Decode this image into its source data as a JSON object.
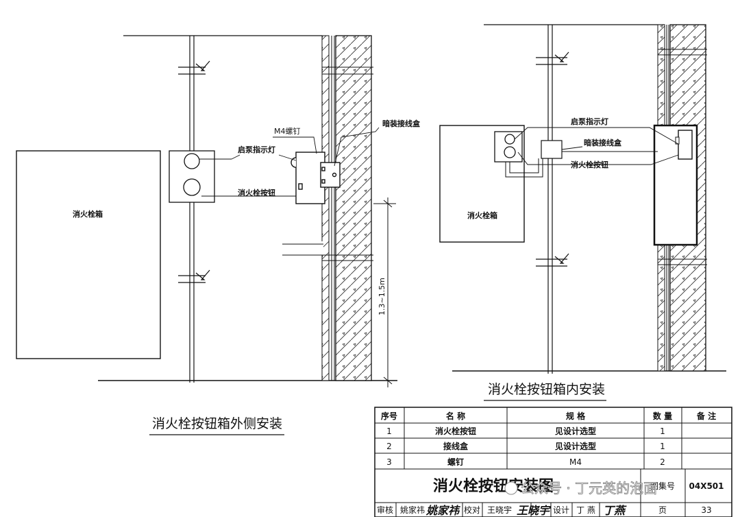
{
  "left_view": {
    "caption": "消火栓按钮箱外侧安装",
    "hydrant_box_label": "消火栓箱",
    "screw_label": "M4螺钉",
    "indicator_label": "启泵指示灯",
    "button_label": "消火栓按钮",
    "junction_box_label": "暗装接线盒",
    "height_dim": "1.3~1.5m"
  },
  "right_view": {
    "caption": "消火栓按钮箱内安装",
    "hydrant_box_label": "消火栓箱",
    "indicator_label": "启泵指示灯",
    "junction_box_label": "暗装接线盒",
    "button_label": "消火栓按钮"
  },
  "parts_table": {
    "headers": [
      "序号",
      "名 称",
      "规 格",
      "数 量",
      "备 注"
    ],
    "rows": [
      {
        "no": "1",
        "name": "消火栓按钮",
        "spec": "见设计选型",
        "qty": "1",
        "note": ""
      },
      {
        "no": "2",
        "name": "接线盒",
        "spec": "见设计选型",
        "qty": "1",
        "note": ""
      },
      {
        "no": "3",
        "name": "螺钉",
        "spec": "M4",
        "qty": "2",
        "note": ""
      }
    ]
  },
  "title_block": {
    "title": "消火栓按钮安装图",
    "atlas_label": "图集号",
    "atlas_no": "04X501",
    "review_label": "审核",
    "reviewer": "姚家祎",
    "check_label": "校对",
    "checker": "王晓宇",
    "design_label": "设计",
    "designer": "丁 燕",
    "page_label": "页",
    "page_no": "33"
  },
  "watermark": "公众号 · 丁元英的泡面"
}
